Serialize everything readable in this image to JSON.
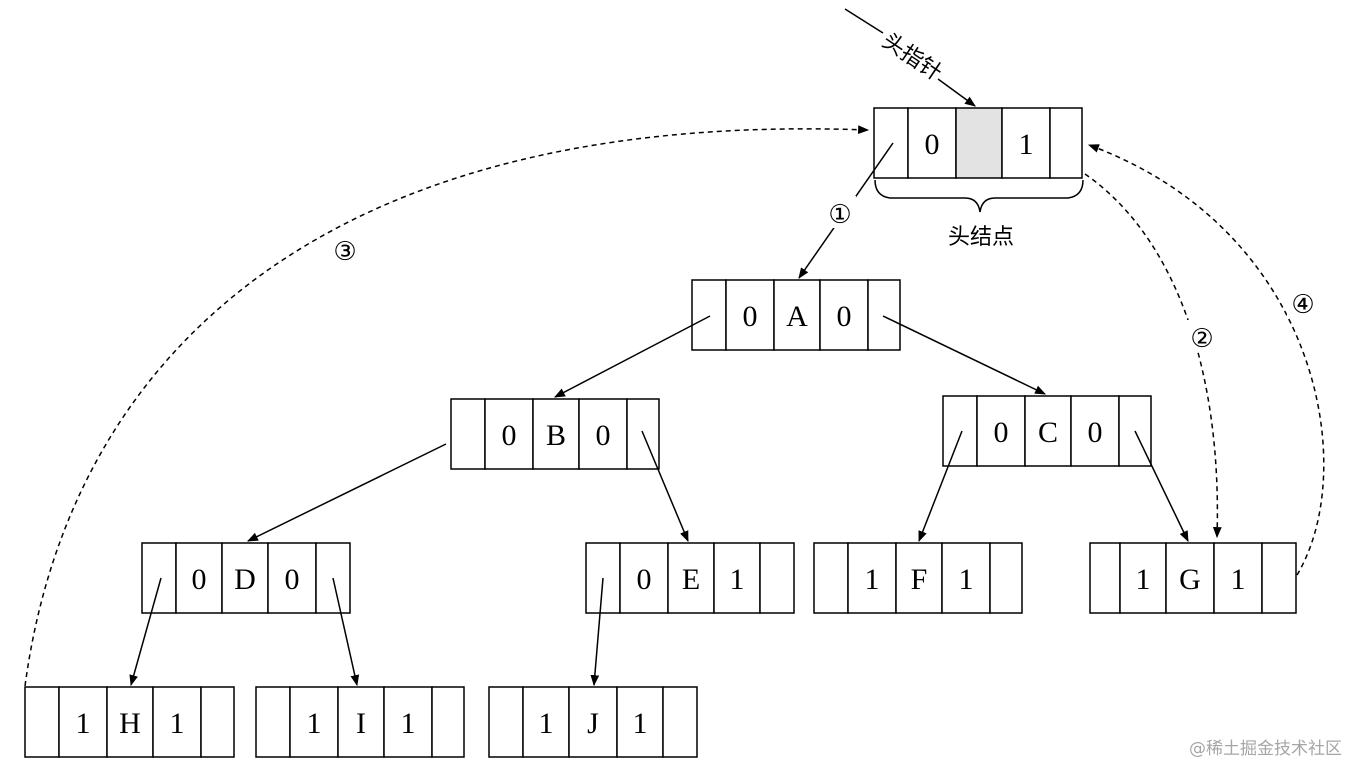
{
  "head_pointer_label": "头指针",
  "head_node_label": "头结点",
  "head_node": {
    "ltag": "0",
    "data": "",
    "rtag": "1"
  },
  "nodes": [
    {
      "id": "A",
      "ltag": "0",
      "data": "A",
      "rtag": "0"
    },
    {
      "id": "B",
      "ltag": "0",
      "data": "B",
      "rtag": "0"
    },
    {
      "id": "C",
      "ltag": "0",
      "data": "C",
      "rtag": "0"
    },
    {
      "id": "D",
      "ltag": "0",
      "data": "D",
      "rtag": "0"
    },
    {
      "id": "E",
      "ltag": "0",
      "data": "E",
      "rtag": "1"
    },
    {
      "id": "F",
      "ltag": "1",
      "data": "F",
      "rtag": "1"
    },
    {
      "id": "G",
      "ltag": "1",
      "data": "G",
      "rtag": "1"
    },
    {
      "id": "H",
      "ltag": "1",
      "data": "H",
      "rtag": "1"
    },
    {
      "id": "I",
      "ltag": "1",
      "data": "I",
      "rtag": "1"
    },
    {
      "id": "J",
      "ltag": "1",
      "data": "J",
      "rtag": "1"
    }
  ],
  "thread_labels": [
    "①",
    "②",
    "③",
    "④"
  ],
  "watermark": "@稀土掘金技术社区",
  "colors": {
    "line": "#000000",
    "head_data_fill": "#e3e3e3",
    "watermark": "#a6a6a6"
  }
}
